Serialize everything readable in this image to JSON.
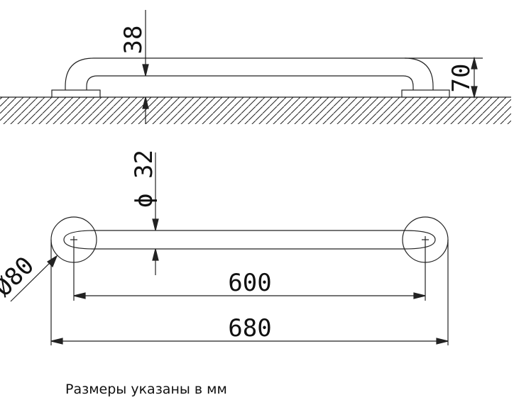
{
  "dimensions": {
    "thickness": "38",
    "height": "70",
    "tube_diameter": "ϕ 32",
    "flange_diameter": "Ø80",
    "hole_spacing": "600",
    "overall_length": "680"
  },
  "units_note": "Размеры указаны в мм"
}
